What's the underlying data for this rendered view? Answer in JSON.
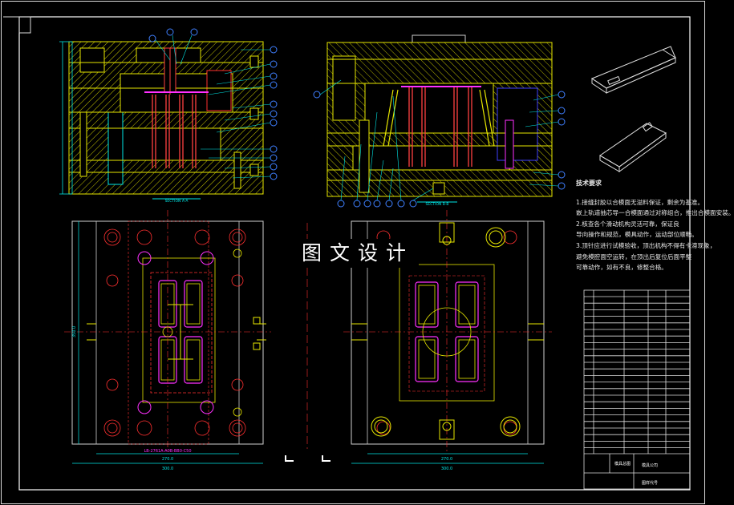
{
  "overlay_title": "图文设计",
  "notes": {
    "title": "技术要求",
    "lines": [
      "1.接缝封胶以合模面无溢料保证，剩余为基准。",
      "嵌上轨道抽芯导一合模面通过对称组合，推出合模面安装。",
      "2.核查各个滑动机构灵活可靠，保证良",
      "导向操作和规范，模具动作，运动部位顺畅。",
      "3.顶针应进行试模验收，顶出机构不得有卡滞现象，",
      "避免模腔面空运转，在顶出后复位后面平整",
      "可靠动作，如有不良，修整合格。"
    ]
  },
  "views": {
    "section_a_label": "SECTION A-A",
    "section_b_label": "SECTION B-B",
    "plan_left_label": "LB-2761A-A0B-BB0-C50",
    "dim_left_width": "270.0",
    "dim_left_total": "300.0",
    "dim_right_width": "270.0",
    "dim_right_total": "300.0",
    "dim_height": "350.0"
  },
  "title_block": {
    "company": "模具公司",
    "drawing_name": "模具总图",
    "drawing_no": "图样代号"
  }
}
